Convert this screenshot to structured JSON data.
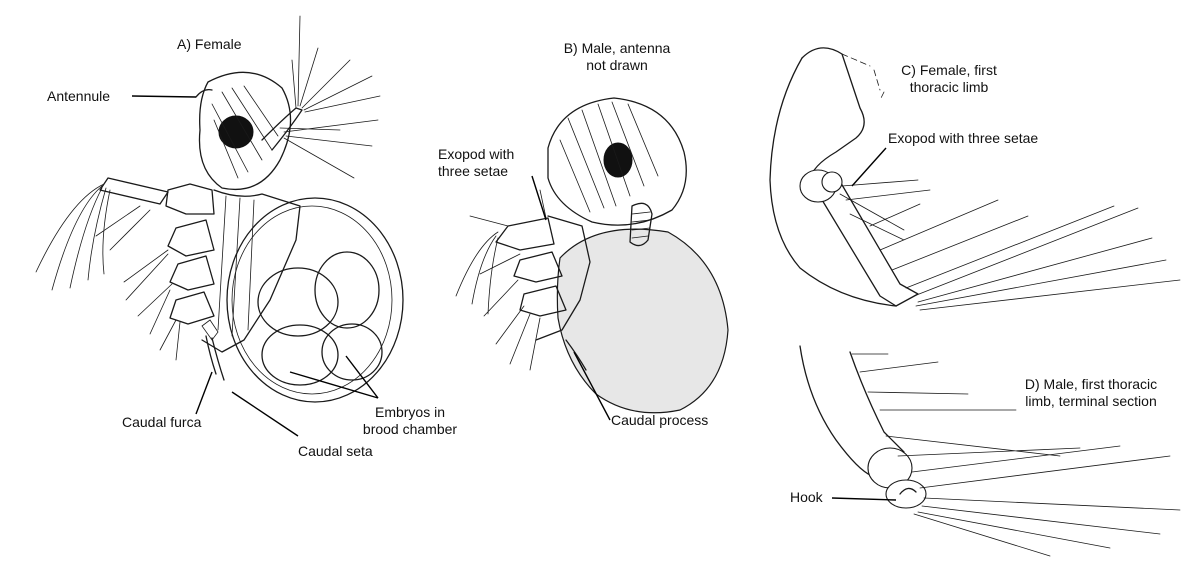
{
  "panels": {
    "a": {
      "title": "A) Female"
    },
    "b": {
      "title_line1": "B) Male, antenna",
      "title_line2": "not drawn"
    },
    "c": {
      "title_line1": "C) Female, first",
      "title_line2": "thoracic limb"
    },
    "d": {
      "title_line1": "D) Male, first thoracic",
      "title_line2": "limb, terminal section"
    }
  },
  "labels": {
    "antennule": "Antennule",
    "caudal_furca": "Caudal furca",
    "caudal_seta": "Caudal seta",
    "embryos_line1": "Embryos in",
    "embryos_line2": "brood chamber",
    "exopod_b_line1": "Exopod with",
    "exopod_b_line2": "three setae",
    "caudal_process": "Caudal process",
    "exopod_c": "Exopod with three setae",
    "hook": "Hook"
  }
}
